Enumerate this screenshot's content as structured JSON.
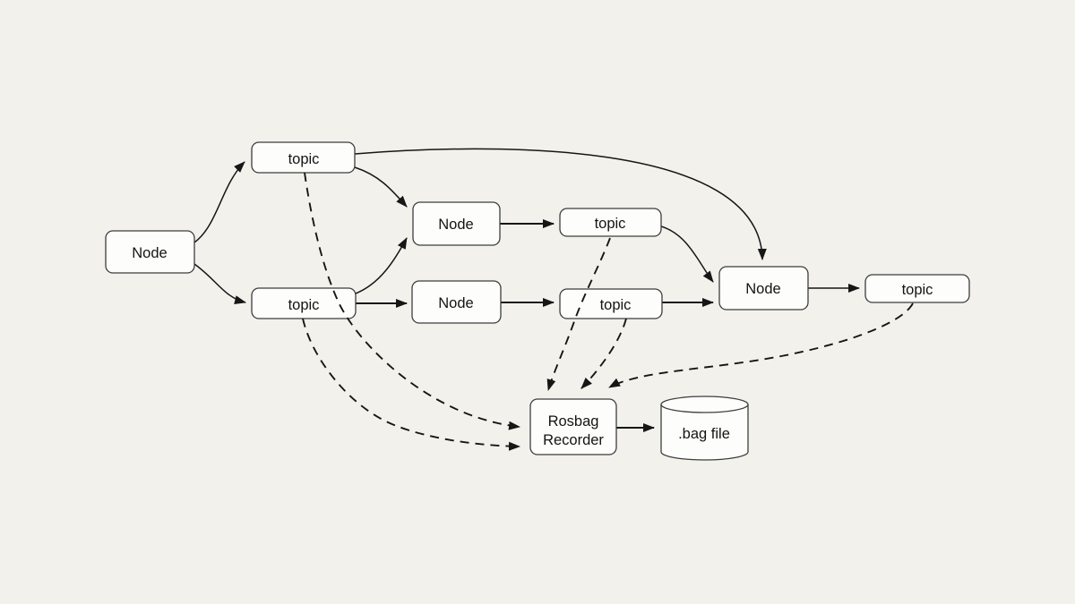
{
  "colors": {
    "background": "#f2f1ec",
    "box_fill": "#fdfdfb",
    "box_border": "#3d3d3d",
    "line": "#161616",
    "text": "#141414"
  },
  "nodes": {
    "left_node": {
      "label": "Node"
    },
    "top_topic": {
      "label": "topic"
    },
    "bottom_left_topic": {
      "label": "topic"
    },
    "mid_top_node": {
      "label": "Node"
    },
    "mid_bottom_node": {
      "label": "Node"
    },
    "mid_top_topic": {
      "label": "topic"
    },
    "mid_bottom_topic": {
      "label": "topic"
    },
    "right_node": {
      "label": "Node"
    },
    "right_topic": {
      "label": "topic"
    },
    "rosbag_recorder": {
      "line1": "Rosbag",
      "line2": "Recorder"
    },
    "bag_file": {
      "label": ".bag file"
    }
  },
  "edges": [
    {
      "from": "left_node",
      "to": "top_topic",
      "style": "solid"
    },
    {
      "from": "left_node",
      "to": "bottom_left_topic",
      "style": "solid"
    },
    {
      "from": "top_topic",
      "to": "right_node",
      "style": "solid"
    },
    {
      "from": "top_topic",
      "to": "mid_top_node",
      "style": "solid"
    },
    {
      "from": "bottom_left_topic",
      "to": "mid_top_node",
      "style": "solid"
    },
    {
      "from": "bottom_left_topic",
      "to": "mid_bottom_node",
      "style": "solid"
    },
    {
      "from": "mid_top_node",
      "to": "mid_top_topic",
      "style": "solid"
    },
    {
      "from": "mid_bottom_node",
      "to": "mid_bottom_topic",
      "style": "solid"
    },
    {
      "from": "mid_top_topic",
      "to": "right_node",
      "style": "solid"
    },
    {
      "from": "mid_bottom_topic",
      "to": "right_node",
      "style": "solid"
    },
    {
      "from": "right_node",
      "to": "right_topic",
      "style": "solid"
    },
    {
      "from": "rosbag_recorder",
      "to": "bag_file",
      "style": "solid"
    },
    {
      "from": "top_topic",
      "to": "rosbag_recorder",
      "style": "dashed"
    },
    {
      "from": "bottom_left_topic",
      "to": "rosbag_recorder",
      "style": "dashed"
    },
    {
      "from": "mid_top_topic",
      "to": "rosbag_recorder",
      "style": "dashed"
    },
    {
      "from": "mid_bottom_topic",
      "to": "rosbag_recorder",
      "style": "dashed"
    },
    {
      "from": "right_topic",
      "to": "rosbag_recorder",
      "style": "dashed"
    }
  ]
}
